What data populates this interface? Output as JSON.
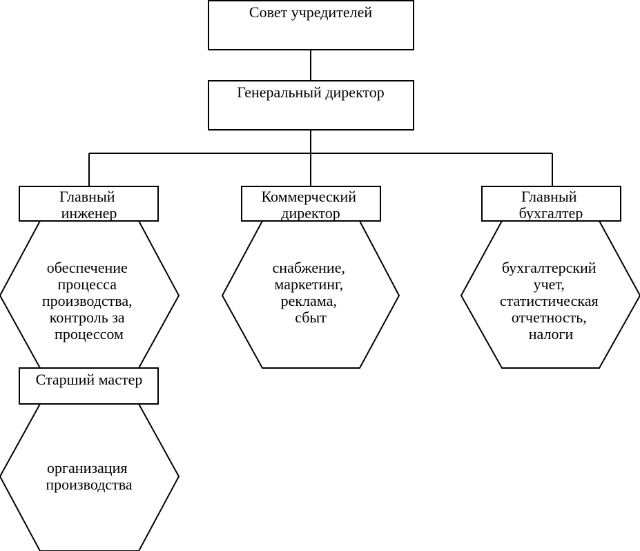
{
  "founders": {
    "label": "Совет учредителей"
  },
  "general_director": {
    "label": "Генеральный директор"
  },
  "chief_engineer": {
    "label_lines": [
      "Главный",
      "инженер"
    ],
    "duties_lines": [
      "обеспечение",
      "процесса",
      "производства,",
      "контроль за",
      "процессом"
    ]
  },
  "commercial_director": {
    "label_lines": [
      "Коммерческий",
      "директор"
    ],
    "duties_lines": [
      "снабжение,",
      "маркетинг,",
      "реклама,",
      "сбыт"
    ]
  },
  "chief_accountant": {
    "label_lines": [
      "Главный",
      "бухгалтер"
    ],
    "duties_lines": [
      "бухгалтерский",
      "учет,",
      "статистическая",
      "отчетность,",
      "налоги"
    ]
  },
  "senior_master": {
    "label": "Старший мастер",
    "duties_lines": [
      "организация",
      "производства"
    ]
  }
}
